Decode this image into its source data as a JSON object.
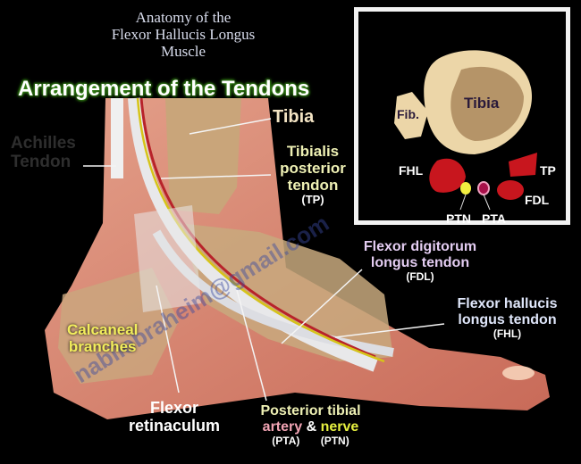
{
  "title": {
    "line1": "Anatomy of the",
    "line2": "Flexor Hallucis Longus",
    "line3": "Muscle"
  },
  "heading": "Arrangement of the Tendons",
  "labels": {
    "achilles": {
      "line1": "Achilles",
      "line2": "Tendon"
    },
    "tibia": "Tibia",
    "tibialis_posterior": {
      "line1": "Tibialis",
      "line2": "posterior",
      "line3": "tendon",
      "abbr": "(TP)"
    },
    "fdl": {
      "line1": "Flexor digitorum",
      "line2": "longus tendon",
      "abbr": "(FDL)"
    },
    "fhl": {
      "line1": "Flexor hallucis",
      "line2": "longus tendon",
      "abbr": "(FHL)"
    },
    "calcaneal": {
      "line1": "Calcaneal",
      "line2": "branches"
    },
    "retinaculum": {
      "line1": "Flexor",
      "line2": "retinaculum"
    },
    "posterior_tibial": {
      "line1": "Posterior tibial",
      "artery": "artery",
      "amp": "&",
      "nerve": "nerve",
      "pta": "(PTA)",
      "ptn": "(PTN)"
    }
  },
  "inset": {
    "fib": "Fib.",
    "tibia": "Tibia",
    "fhl": "FHL",
    "tp": "TP",
    "fdl": "FDL",
    "ptn": "PTN",
    "pta": "PTA"
  },
  "watermark": "nabilebraheim@gmail.com",
  "colors": {
    "tibia_label": "#f3e4c4",
    "tp_label": "#eef0b4",
    "fdl_label": "#e4cdf2",
    "fhl_label": "#dfe6fa",
    "calcaneal_label": "#f2ee5c",
    "artery": "#f2a4b4",
    "nerve": "#e6f040",
    "achilles_label": "#2e2e2e",
    "heading_glow": "#3a8a1a",
    "muscle": "#c8161e",
    "bone": "#ecd6a8"
  }
}
